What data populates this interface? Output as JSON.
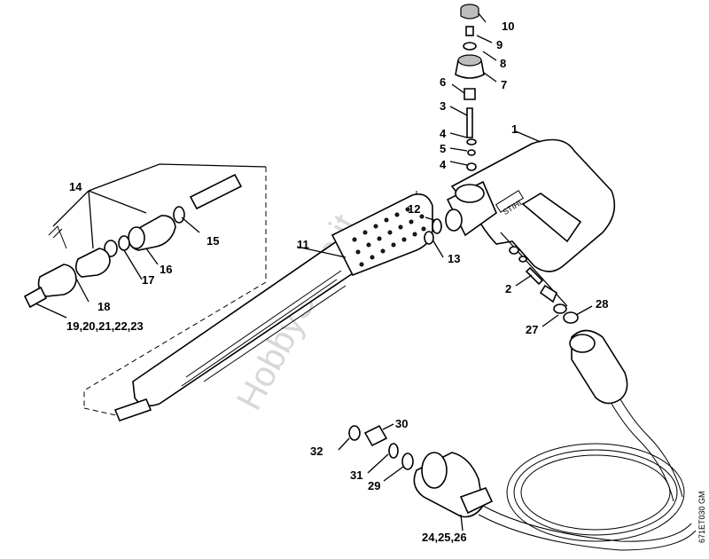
{
  "watermark": "HobbyStore.it",
  "drawing_code": "671ET030 GM",
  "labels": {
    "l1": "1",
    "l2": "2",
    "l3": "3",
    "l4": "4",
    "l5": "5",
    "l6": "6",
    "l7": "7",
    "l8": "8",
    "l9": "9",
    "l10": "10",
    "l11": "11",
    "l12": "12",
    "l13": "13",
    "l14": "14",
    "l15": "15",
    "l16": "16",
    "l17": "17",
    "l18": "18",
    "l19_23": "19,20,21,22,23",
    "l24_26": "24,25,26",
    "l27": "27",
    "l28": "28",
    "l29": "29",
    "l30": "30",
    "l31": "31",
    "l32": "32"
  },
  "brand_mark": "STIHL"
}
